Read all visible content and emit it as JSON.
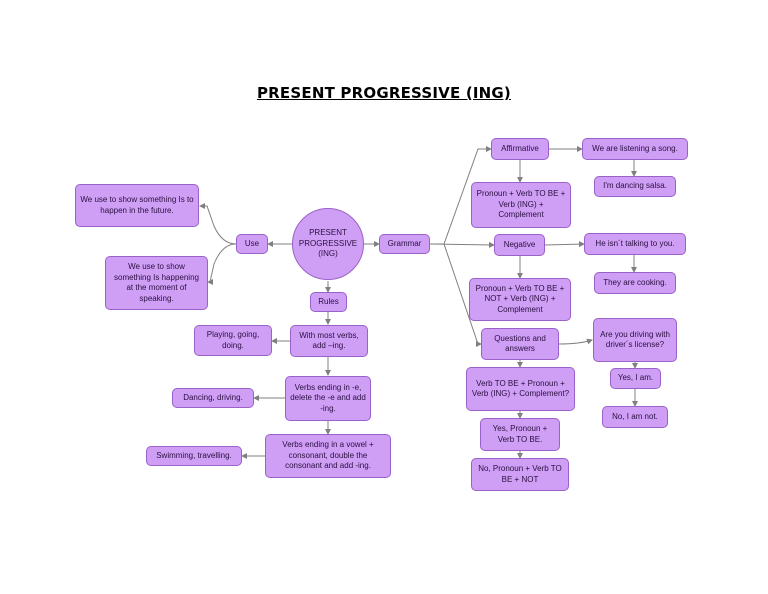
{
  "title": "PRESENT PROGRESSIVE (ING)",
  "colors": {
    "node_fill": "#cf9ef5",
    "node_border": "#9a62c9",
    "edge": "#808080"
  },
  "nodes": {
    "center": "PRESENT PROGRESSIVE (ING)",
    "use": "Use",
    "use_future": "We use to show something Is to happen in the future.",
    "use_now": "We use to show something Is happening at the moment of speaking.",
    "rules": "Rules",
    "rule_most": "With most verbs, add –ing.",
    "rule_most_example": "Playing, going, doing.",
    "rule_e": "Verbs ending in -e, delete the -e and add -ing.",
    "rule_e_example": "Dancing, driving.",
    "rule_double": "Verbs ending in a vowel + consonant, double the consonant and add -ing.",
    "rule_double_example": "Swimming, travelling.",
    "grammar": "Grammar",
    "affirmative": "Affirmative",
    "affirmative_formula": "Pronoun + Verb TO BE + Verb (ING) + Complement",
    "affirmative_ex1": "We are listening a song.",
    "affirmative_ex2": "I'm dancing salsa.",
    "negative": "Negative",
    "negative_formula": "Pronoun + Verb TO BE + NOT + Verb (ING) + Complement",
    "negative_ex1": "He isn´t talking to you.",
    "negative_ex2": "They are cooking.",
    "questions": "Questions and answers",
    "questions_formula": "Verb TO BE + Pronoun + Verb (ING) + Complement?",
    "answer_yes": "Yes, Pronoun + Verb TO BE.",
    "answer_no": "No, Pronoun + Verb TO BE + NOT",
    "question_ex": "Are you driving with driver´s license?",
    "question_yes": "Yes, I am.",
    "question_no": "No, I am not."
  }
}
